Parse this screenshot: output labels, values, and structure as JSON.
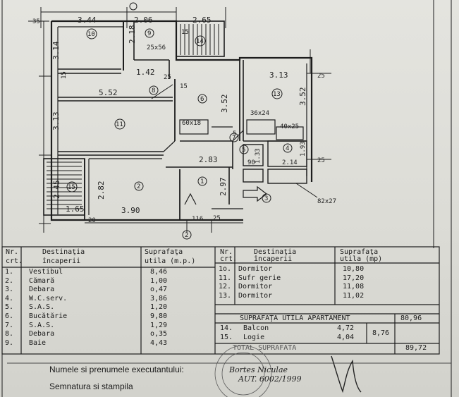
{
  "plan": {
    "dimensions": {
      "d344": "3.44",
      "d206": "2.06",
      "d265": "2.65",
      "d218": "2.18",
      "d314": "3.14",
      "d15a": "15",
      "d15b": "15",
      "d15c": "15",
      "d2556": "25x56",
      "d142": "1.42",
      "d552": "5.52",
      "d313a": "3.13",
      "d352a": "3.52",
      "d313b": "3.13",
      "d352b": "3.52",
      "d25a": "25",
      "d25b": "25",
      "d60x18": "60x18",
      "d36x24": "36x24",
      "d40x25": "40x25",
      "d283": "2.83",
      "d133": "1.33",
      "d193": "1.93",
      "d90": "90",
      "d214": "2.14",
      "d297": "2.97",
      "d245": "2.45",
      "d282": "2.82",
      "d165": "1.65",
      "d390": "3.90",
      "d20": "20",
      "d116": "116",
      "d82x27": "82x27",
      "d35": "35",
      "d25c": "25",
      "d25d": "25",
      "d5": "5"
    },
    "room_markers": {
      "r1": "1",
      "r2": "2",
      "r3": "3",
      "r4": "4",
      "r5": "5",
      "r6": "6",
      "r7": "7",
      "r8": "8",
      "r9": "9",
      "r10": "10",
      "r11": "11",
      "r13": "13",
      "r14": "14",
      "r15": "15"
    }
  },
  "table_left": {
    "header": {
      "nr": "Nr.",
      "crt": "crt.",
      "dest": "Destinaţia",
      "inc": "încaperii",
      "supr": "Suprafaţa",
      "utila": "utila (m.p.)"
    },
    "rows": [
      {
        "nr": "1.",
        "name": "Vestibul",
        "area": "8,46"
      },
      {
        "nr": "2.",
        "name": "Cămară",
        "area": "1,00"
      },
      {
        "nr": "3.",
        "name": "Debara",
        "area": "o,47"
      },
      {
        "nr": "4.",
        "name": "W.C.serv.",
        "area": "3,86"
      },
      {
        "nr": "5.",
        "name": "S.A.S.",
        "area": "1,20"
      },
      {
        "nr": "6.",
        "name": "Bucătărie",
        "area": "9,80"
      },
      {
        "nr": "7.",
        "name": "S.A.S.",
        "area": "1,29"
      },
      {
        "nr": "8.",
        "name": "Debara",
        "area": "o,35"
      },
      {
        "nr": "9.",
        "name": "Baie",
        "area": "4,43"
      }
    ]
  },
  "table_right": {
    "header": {
      "nr": "Nr.",
      "crt": "crt.",
      "dest": "Destinaţia",
      "inc": "încaperii",
      "supr": "Suprafaţa",
      "utila": "utila (mp)"
    },
    "rows": [
      {
        "nr": "1o.",
        "name": "Dormitor",
        "area": "10,80"
      },
      {
        "nr": "11.",
        "name": "Sufr gerie",
        "area": "17,20"
      },
      {
        "nr": "12.",
        "name": "Dormitor",
        "area": "11,08"
      },
      {
        "nr": "13.",
        "name": "Dormitor",
        "area": "11,02"
      }
    ],
    "summary": {
      "label": "SUPRAFAŢA UTILA APARTAMENT",
      "value": "80,96",
      "balcon_nr": "14.",
      "balcon": "Balcon",
      "balcon_area": "4,72",
      "logie_nr": "15.",
      "logie": "Logie",
      "logie_area": "4,04",
      "loggia_sum": "8,76",
      "total_label": "TOTAL SUPRAFATA",
      "total_value": "89,72"
    }
  },
  "footer": {
    "executant_label": "Numele si prenumele executantului:",
    "executant_name": "Bortes Niculae",
    "authorization": "AUT. 6002/1999",
    "signature_label": "Semnatura si stampila"
  }
}
